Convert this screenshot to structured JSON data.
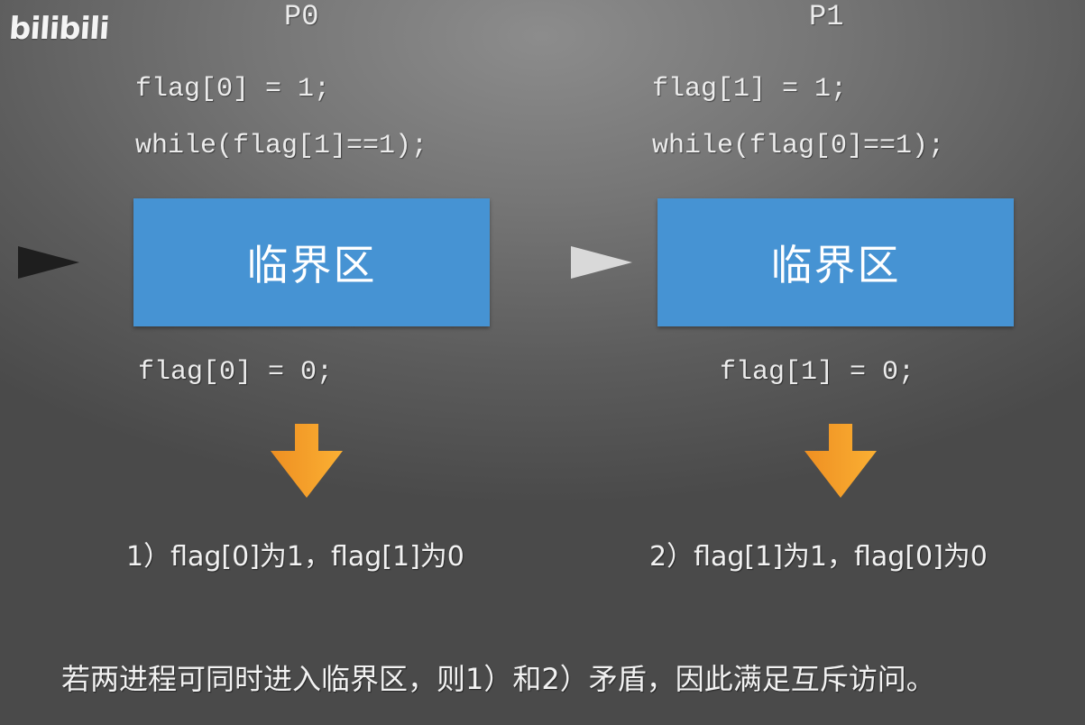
{
  "watermark": {
    "text": "bilibili"
  },
  "processes": [
    {
      "title": "P0",
      "entry_code": [
        "flag[0] = 1;",
        "while(flag[1]==1);"
      ],
      "critical_section_label": "临界区",
      "exit_code": "flag[0] = 0;",
      "pointer_state": "active",
      "result": "1）flag[0]为1，flag[1]为0"
    },
    {
      "title": "P1",
      "entry_code": [
        "flag[1] = 1;",
        "while(flag[0]==1);"
      ],
      "critical_section_label": "临界区",
      "exit_code": "flag[1] = 0;",
      "pointer_state": "inactive",
      "result": "2）flag[1]为1，flag[0]为0"
    }
  ],
  "conclusion": "若两进程可同时进入临界区，则1）和2）矛盾，因此满足互斥访问。",
  "colors": {
    "critical_section": "#4693d3",
    "down_arrow": "#f5a623",
    "pointer_active": "#1e1e1e",
    "pointer_inactive": "#d9d9d9",
    "text": "#f2f2f2"
  },
  "icons": {
    "pointer": "triangle-right-icon",
    "flow": "arrow-down-icon"
  }
}
